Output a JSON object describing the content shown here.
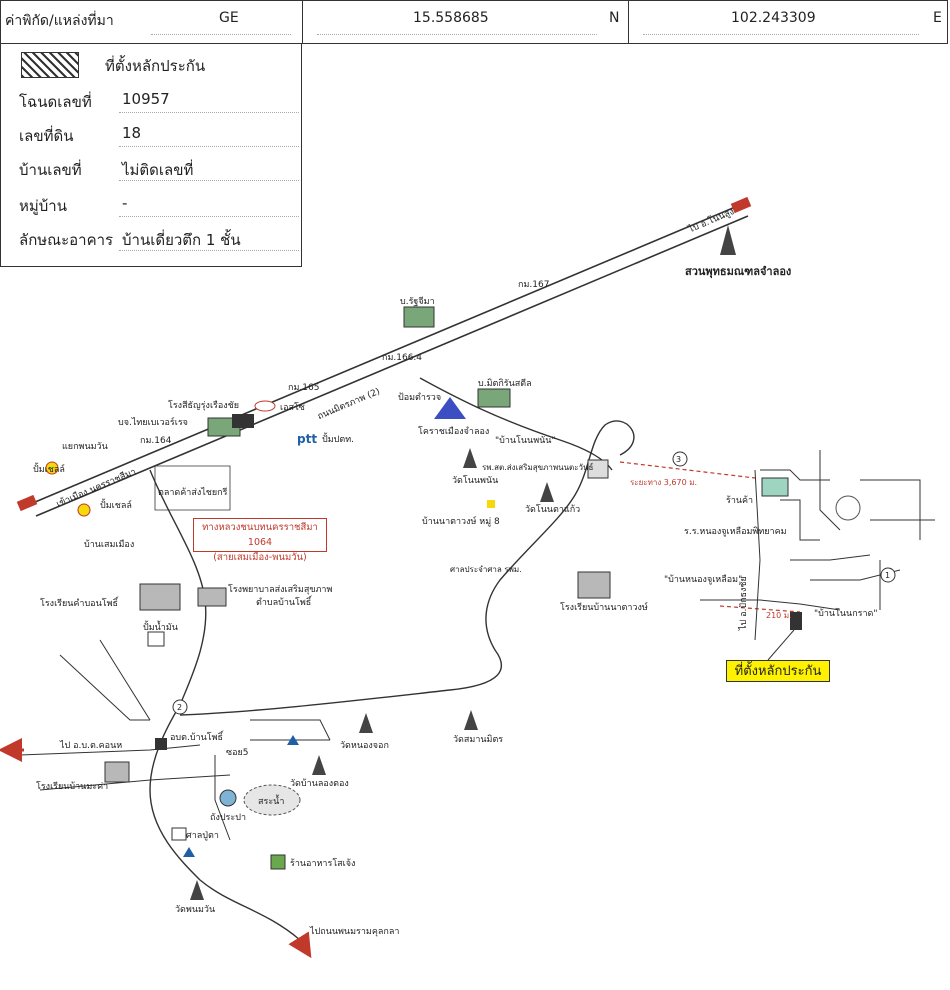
{
  "coordinates": {
    "label": "ค่าพิกัด/แหล่งที่มา",
    "source": "GE",
    "lat": "15.558685",
    "lat_suffix": "N",
    "lon": "102.243309",
    "lon_suffix": "E"
  },
  "legend": {
    "title": "ที่ตั้งหลักประกัน",
    "rows": [
      {
        "key": "โฉนดเลขที่",
        "value": "10957"
      },
      {
        "key": "เลขที่ดิน",
        "value": "18"
      },
      {
        "key": "บ้านเลขที่",
        "value": "ไม่ติดเลขที่"
      },
      {
        "key": "หมู่บ้าน",
        "value": "-"
      },
      {
        "key": "ลักษณะอาคาร",
        "value": "บ้านเดี่ยวตึก 1 ชั้น"
      }
    ]
  },
  "map": {
    "pin_label": "ที่ตั้งหลักประกัน",
    "road_label_1": "ทางหลวงชนบทนครราชสีมา 1064",
    "road_label_2": "(สายเสมเมือง-พนมวัน)",
    "labels": {
      "to_phimai": "ไป อ.โนนสูง",
      "suan_phuttha": "สวนพุทธมณฑลจำลอง",
      "km167": "กม.167",
      "bor_rujima": "บ.รัฐจีมา",
      "km166": "กม.166.4",
      "km165": "กม.165",
      "esso": "เอสโซ่",
      "mitr_steel": "บ.มิตกิรันสตีล",
      "pom_rajawong": "ป้อมตำรวจ",
      "rice_mill": "โรงสีธัญรุ่งเรืองชัย",
      "thai_bev": "บจ.ไทยเบเวอร์เรจ",
      "mittraphap": "ถนนมิตรภาพ (2)",
      "km164": "กม.164",
      "ptt": "ptt",
      "ptt_station": "ปั้มปตท.",
      "korat_replica": "โคราชเมืองจำลอง",
      "ban_non_phan": "\"บ้านโนนพนัน\"",
      "health_center": "รพ.สต.ส่งเสริมสุขภาพนนตะวันธ์",
      "wat_non_phan": "วัดโนนพนัน",
      "wat_non_rak": "วัดโนนตาแก้ว",
      "ban_na_tawan": "บ้านนาตาวงษ์ หมู่ 8",
      "market": "ตลาดค้าส่งไชยกรี",
      "shell1": "ปั้มเชลล์",
      "shell2": "ปั้มเชลล์",
      "khao_muang": "เข้าเมือง นครราชสีมา",
      "yaek_phanom": "แยกพนมวัน",
      "ban_sema": "บ้านเสมเมือง",
      "school_bamnet": "โรงเรียนคำบอนโพธิ์",
      "hospital": "โรงพยาบาลส่งเสริมสุขภาพ",
      "hospital2": "ตำบลบ้านโพธิ์",
      "water_pump": "ปั้มน้ำมัน",
      "shrine": "ศาลประจำศาล รพม.",
      "school_na": "โรงเรียนบ้านนาตาวงษ์",
      "distance": "ระยะทาง 3,670 ม.",
      "shop": "ร้านค้า",
      "school_rr": "ร.ร.หนองจูเหลือมพิทยาคม",
      "ban_nong": "\"บ้านหนองจูเหลือม\"",
      "to_pratai": "ไป อ.ปักธงชัย",
      "dist_210": "210 ม.",
      "ban_non_krad": "\"บ้านโนนกราด\"",
      "n1": "1",
      "n2": "2",
      "n3": "3",
      "to_ban_kha": "ไป อ.บ.ต.คอนห",
      "obt": "อบต.บ้านโพธิ์",
      "soi5": "ซอย5",
      "school_khonkham": "โรงเรียนบ้านมะค่า",
      "wat_nong_jok": "วัดหนองจอก",
      "wat_ban_long": "วัดบ้านลองตอง",
      "wat_sam": "วัดสมานมิตร",
      "pond": "สระน้ำ",
      "water_tower": "ถังประปา",
      "sala": "ศาลปู่ตา",
      "restaurant": "ร้านอาหารโสเจ้ง",
      "wat_phanom": "วัดพนมวัน",
      "to_phanom": "ไปถนนพนมรามคุลกลา"
    }
  },
  "colors": {
    "road": "#333333",
    "red_route": "#c0392b",
    "pin": "#fff200",
    "shell": "#f5d90a",
    "building": "#7aa77a",
    "pyramid": "#3b4fc2"
  }
}
